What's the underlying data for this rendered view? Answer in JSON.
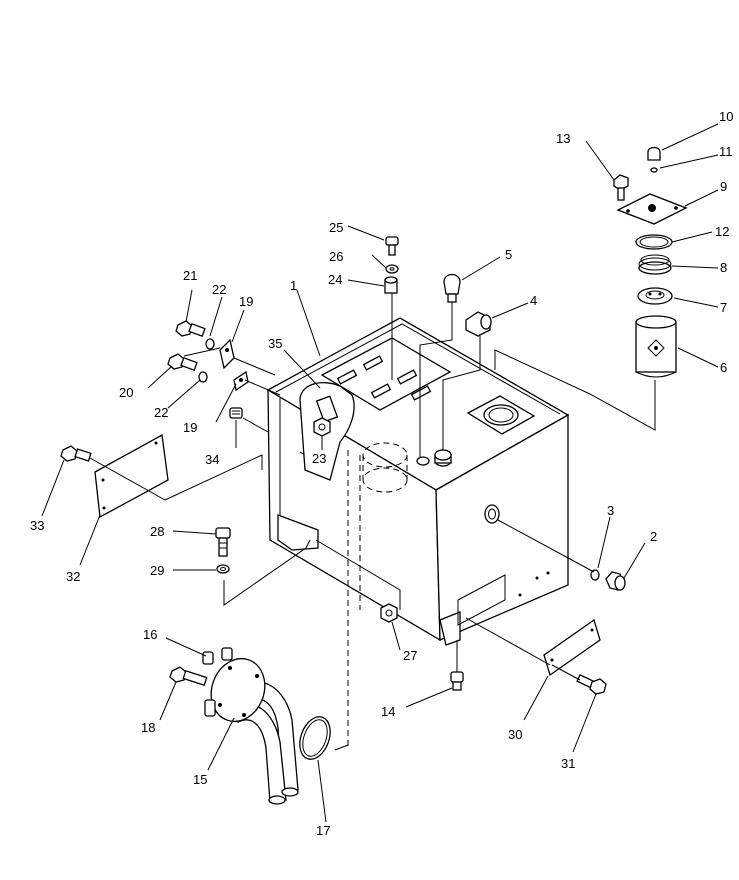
{
  "labels": {
    "p1": "1",
    "p2": "2",
    "p3": "3",
    "p4": "4",
    "p5": "5",
    "p6": "6",
    "p7": "7",
    "p8": "8",
    "p9": "9",
    "p10": "10",
    "p11": "11",
    "p12": "12",
    "p13": "13",
    "p14": "14",
    "p15": "15",
    "p16": "16",
    "p17": "17",
    "p18": "18",
    "p19a": "19",
    "p19b": "19",
    "p20": "20",
    "p21": "21",
    "p22a": "22",
    "p22b": "22",
    "p23": "23",
    "p24": "24",
    "p25": "25",
    "p26": "26",
    "p27": "27",
    "p28": "28",
    "p29": "29",
    "p30": "30",
    "p31": "31",
    "p32": "32",
    "p33": "33",
    "p34": "34",
    "p35": "35"
  }
}
